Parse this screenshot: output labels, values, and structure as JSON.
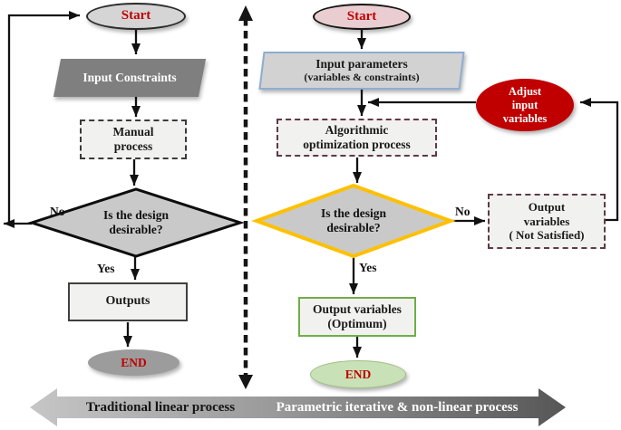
{
  "colors": {
    "accent_red": "#C00000",
    "node_gray_fill": "#CFCFCF",
    "diamond_border_yellow": "#FFC000",
    "optimum_green_border": "#70AD47",
    "end_green_fill": "#C9E1B6",
    "input_blue_border": "#8FADD1",
    "dashed_maroon_border": "#5F3A46",
    "banner_gradient_left": "#C6C6C6",
    "banner_gradient_right": "#565656"
  },
  "left": {
    "start": "Start",
    "input": "Input\nConstraints",
    "process": "Manual\nprocess",
    "decision": "Is the design\ndesirable?",
    "no_label": "No",
    "yes_label": "Yes",
    "outputs": "Outputs",
    "end": "END",
    "caption": "Traditional linear process"
  },
  "right": {
    "start": "Start",
    "input_title": "Input parameters",
    "input_sub": "(variables & constraints)",
    "process": "Algorithmic\noptimization process",
    "decision": "Is the design\ndesirable?",
    "no_label": "No",
    "yes_label": "Yes",
    "adjust": "Adjust\ninput\nvariables",
    "not_satisfied": "Output\nvariables\n( Not Satisfied)",
    "optimum": "Output variables\n(Optimum)",
    "end": "END",
    "caption": "Parametric iterative & non-linear process"
  }
}
